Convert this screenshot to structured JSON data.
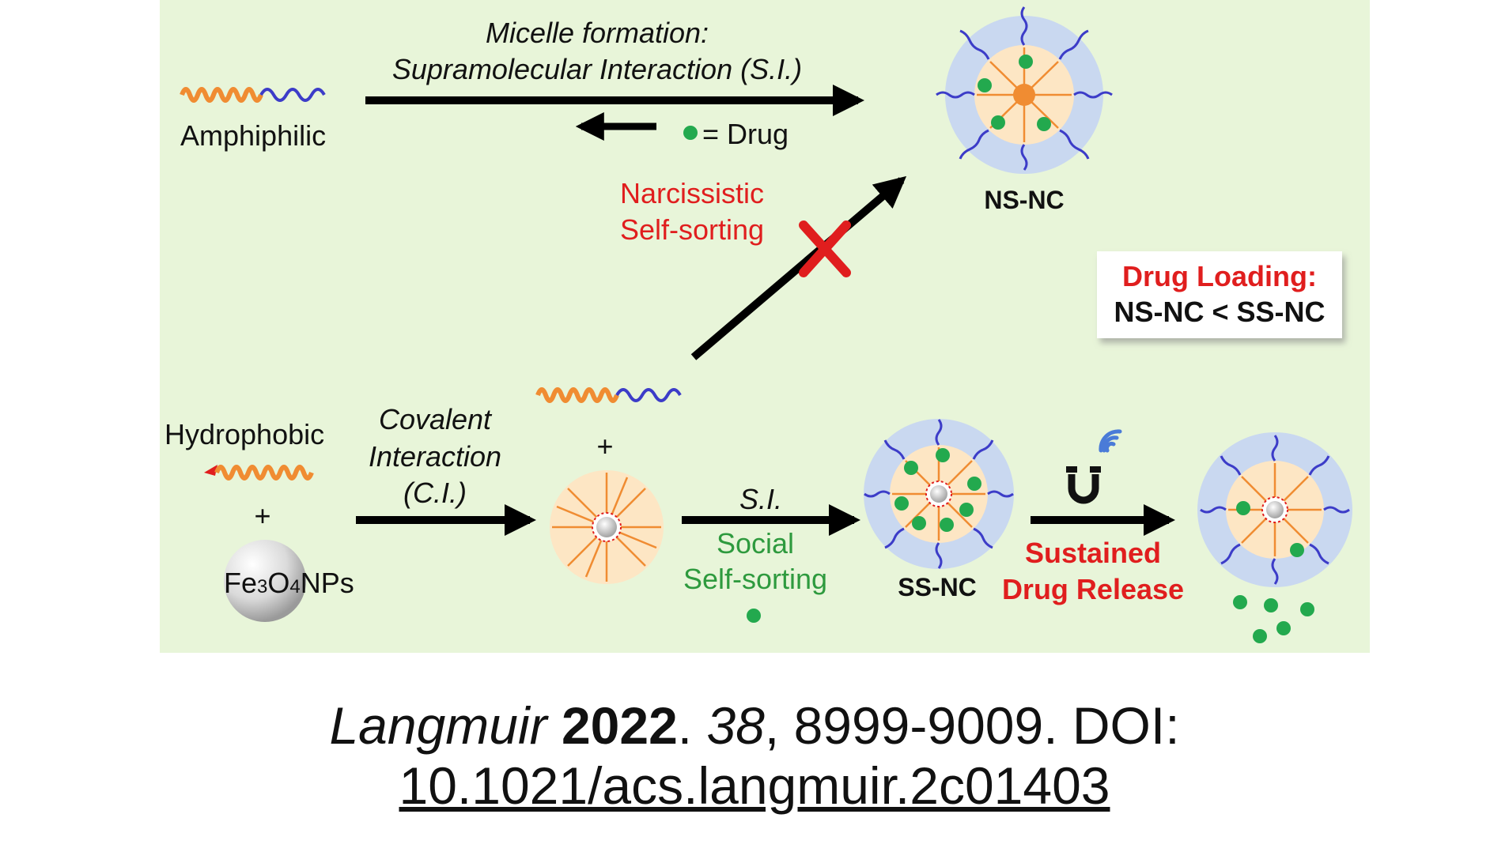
{
  "labels": {
    "micelle_formation": "Micelle formation:",
    "supramolecular": "Supramolecular Interaction (S.I.)",
    "amphiphilic": "Amphiphilic",
    "drug_legend": "= Drug",
    "narcissistic": "Narcissistic",
    "self_sorting_1": "Self-sorting",
    "ns_nc": "NS-NC",
    "drug_loading_title": "Drug Loading:",
    "drug_loading_value": "NS-NC < SS-NC",
    "hydrophobic": "Hydrophobic",
    "covalent": "Covalent",
    "interaction": "Interaction",
    "ci": "(C.I.)",
    "plus_1": "+",
    "plus_2": "+",
    "fe3o4_fe": "Fe",
    "fe3o4_3": "3",
    "fe3o4_o": "O",
    "fe3o4_4": "4",
    "fe3o4_nps": "NPs",
    "si": "S.I.",
    "social": "Social",
    "self_sorting_2": "Self-sorting",
    "ss_nc": "SS-NC",
    "sustained": "Sustained",
    "drug_release": "Drug Release"
  },
  "citation": {
    "journal": "Langmuir",
    "year": "2022",
    "volume": "38",
    "pages": ", 8999-9009. DOI:",
    "doi": "10.1021/acs.langmuir.2c01403"
  },
  "colors": {
    "panel_bg": "#e8f5d9",
    "hydrophobic_chain": "#f08c32",
    "hydrophilic_chain": "#3c3cc8",
    "drug": "#23a94e",
    "red_text": "#e01e1e",
    "green_text": "#2e9a3e",
    "shell": "#c9d8f0",
    "core": "#fde6c4"
  }
}
